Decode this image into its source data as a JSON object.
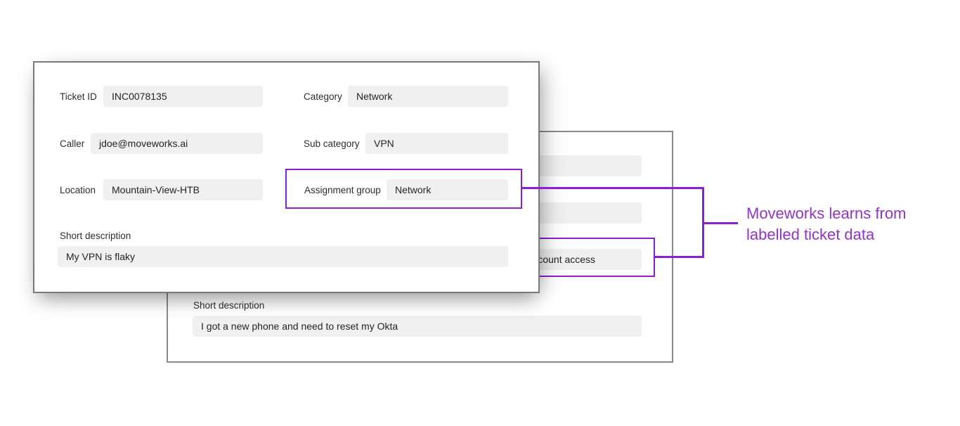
{
  "colors": {
    "callout_purple": "#8c1fd1",
    "annotation_text_purple": "#9333cb",
    "front_card_border": "#797979",
    "back_card_border": "#8a8a8a",
    "field_background": "#f0f0f1",
    "label_text": "#2d2d2d",
    "value_text": "#242424"
  },
  "front_ticket": {
    "fields": [
      {
        "label": "Ticket ID",
        "value": "INC0078135"
      },
      {
        "label": "Caller",
        "value": "jdoe@moveworks.ai"
      },
      {
        "label": "Location",
        "value": "Mountain-View-HTB"
      },
      {
        "label": "Category",
        "value": "Network"
      },
      {
        "label": "Sub category",
        "value": "VPN"
      },
      {
        "label": "Assignment group",
        "value": "Network"
      }
    ],
    "short_description": {
      "label": "Short description",
      "value": "My VPN is flaky"
    }
  },
  "back_ticket": {
    "assignment_group_value": "Account access",
    "short_description": {
      "label": "Short description",
      "value": "I got a new phone and need to reset my Okta"
    }
  },
  "annotation": {
    "text": "Moveworks learns from labelled ticket data"
  }
}
